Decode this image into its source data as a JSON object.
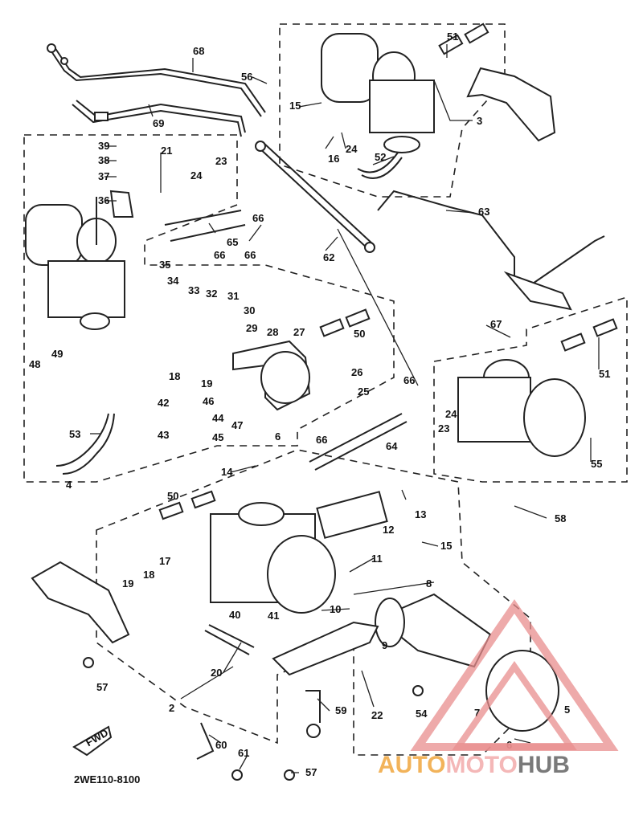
{
  "diagram": {
    "drawing_code": "2WE110-8100",
    "front_marker": "FWD",
    "part_numbers": [
      "2",
      "3",
      "4",
      "5",
      "6",
      "7",
      "8",
      "9",
      "10",
      "11",
      "12",
      "13",
      "14",
      "15",
      "16",
      "17",
      "18",
      "19",
      "20",
      "21",
      "22",
      "23",
      "24",
      "25",
      "26",
      "27",
      "28",
      "29",
      "30",
      "31",
      "32",
      "33",
      "34",
      "35",
      "36",
      "37",
      "38",
      "39",
      "40",
      "41",
      "42",
      "43",
      "44",
      "45",
      "46",
      "47",
      "48",
      "49",
      "50",
      "51",
      "52",
      "53",
      "54",
      "55",
      "56",
      "57",
      "58",
      "59",
      "60",
      "61",
      "62",
      "63",
      "64",
      "65",
      "66",
      "67",
      "68",
      "69"
    ]
  },
  "watermark": {
    "brand": "AUTOMOTOHUB",
    "colors": {
      "auto": "#f2b35a",
      "moto": "#f4b7b7",
      "hub": "#7a7a7a",
      "triangle": "#e88e8e"
    }
  }
}
